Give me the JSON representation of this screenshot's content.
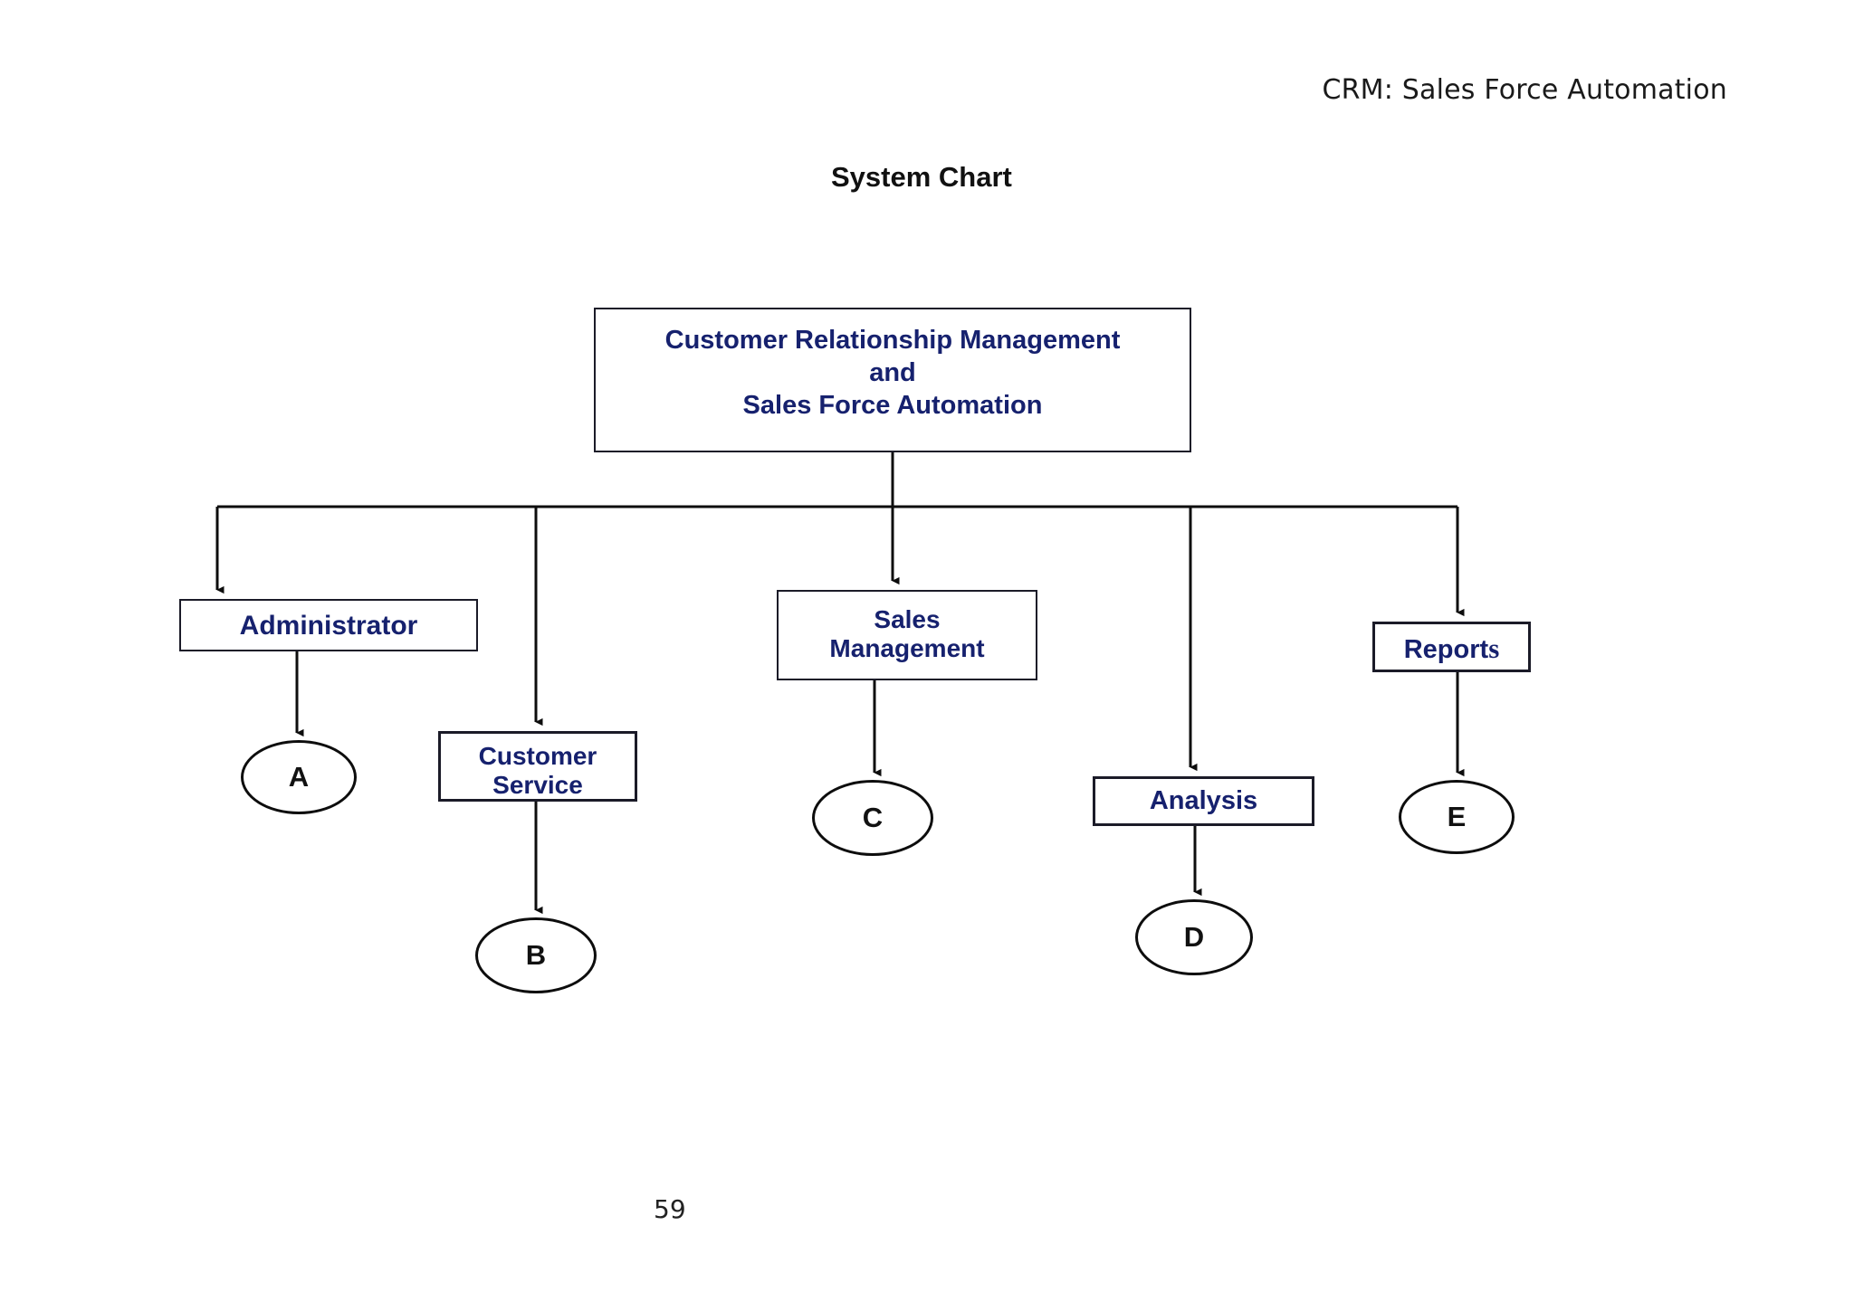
{
  "header": {
    "running_head": "CRM: Sales Force Automation"
  },
  "title": "System Chart",
  "page_number": "59",
  "colors": {
    "node_text": "#16216e",
    "node_border": "#1b1b28",
    "connector": "#0d0d0d",
    "ellipse_text": "#111111",
    "background": "#ffffff"
  },
  "chart_data": {
    "type": "diagram",
    "diagram_kind": "organization-chart",
    "title": "System Chart",
    "nodes": [
      {
        "id": "root",
        "shape": "rect",
        "lines": [
          "Customer Relationship Management",
          "and",
          "Sales Force Automation"
        ],
        "level": 0
      },
      {
        "id": "admin",
        "shape": "rect",
        "lines": [
          "Administrator"
        ],
        "level": 1
      },
      {
        "id": "custserv",
        "shape": "rect",
        "lines": [
          "Customer",
          "Service"
        ],
        "level": 1
      },
      {
        "id": "sales",
        "shape": "rect",
        "lines": [
          "Sales",
          "Management"
        ],
        "level": 1
      },
      {
        "id": "analysis",
        "shape": "rect",
        "lines": [
          "Analysis"
        ],
        "level": 1
      },
      {
        "id": "reports",
        "shape": "rect",
        "lines": [
          "Reports"
        ],
        "level": 1,
        "text_head": "Report",
        "text_tail": "s"
      },
      {
        "id": "a",
        "shape": "ellipse",
        "lines": [
          "A"
        ],
        "level": 2
      },
      {
        "id": "b",
        "shape": "ellipse",
        "lines": [
          "B"
        ],
        "level": 2
      },
      {
        "id": "c",
        "shape": "ellipse",
        "lines": [
          "C"
        ],
        "level": 2
      },
      {
        "id": "d",
        "shape": "ellipse",
        "lines": [
          "D"
        ],
        "level": 2
      },
      {
        "id": "e",
        "shape": "ellipse",
        "lines": [
          "E"
        ],
        "level": 2
      }
    ],
    "edges": [
      {
        "from": "root",
        "to": "admin",
        "style": "elbow",
        "arrow": true
      },
      {
        "from": "root",
        "to": "custserv",
        "style": "elbow",
        "arrow": true
      },
      {
        "from": "root",
        "to": "sales",
        "style": "straight",
        "arrow": true
      },
      {
        "from": "root",
        "to": "analysis",
        "style": "elbow",
        "arrow": true
      },
      {
        "from": "root",
        "to": "reports",
        "style": "elbow",
        "arrow": true
      },
      {
        "from": "admin",
        "to": "a",
        "style": "straight",
        "arrow": true
      },
      {
        "from": "custserv",
        "to": "b",
        "style": "straight",
        "arrow": true
      },
      {
        "from": "sales",
        "to": "c",
        "style": "straight",
        "arrow": true
      },
      {
        "from": "analysis",
        "to": "d",
        "style": "straight",
        "arrow": true
      },
      {
        "from": "reports",
        "to": "e",
        "style": "straight",
        "arrow": true
      }
    ]
  },
  "nodes": {
    "root": {
      "line1": "Customer Relationship Management",
      "line2": "and",
      "line3": "Sales Force Automation"
    },
    "admin": {
      "line1": "Administrator"
    },
    "custserv": {
      "line1": "Customer",
      "line2": "Service"
    },
    "sales": {
      "line1": "Sales",
      "line2": "Management"
    },
    "analysis": {
      "line1": "Analysis"
    },
    "reports": {
      "head": "Report",
      "tail": "s"
    },
    "a": {
      "label": "A"
    },
    "b": {
      "label": "B"
    },
    "c": {
      "label": "C"
    },
    "d": {
      "label": "D"
    },
    "e": {
      "label": "E"
    }
  }
}
